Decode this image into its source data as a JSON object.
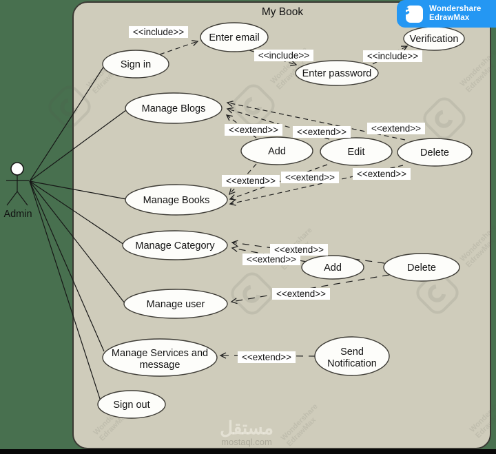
{
  "diagram": {
    "boundary_title": "My Book"
  },
  "actor": {
    "label": "Admin"
  },
  "stereotypes": {
    "include": "<<include>>",
    "extend": "<<extend>>"
  },
  "use_cases": {
    "sign_in": "Sign in",
    "enter_email": "Enter email",
    "enter_password": "Enter password",
    "verification": "Verification",
    "manage_blogs": "Manage Blogs",
    "add_blogs": "Add",
    "edit_blogs": "Edit",
    "delete_blogs": "Delete",
    "manage_books": "Manage Books",
    "manage_category": "Manage Category",
    "add_category": "Add",
    "delete_category": "Delete",
    "manage_user": "Manage user",
    "manage_services_line1": "Manage Services and",
    "manage_services_line2": "message",
    "send_notification_line1": "Send",
    "send_notification_line2": "Notification",
    "sign_out": "Sign out"
  },
  "badge": {
    "line1": "Wondershare",
    "line2": "EdrawMax",
    "icon": "edrawmax-logo-icon"
  },
  "watermark": {
    "line1": "Wondershare",
    "line2": "EdrawMax",
    "brand_arabic": "مستقل",
    "brand_site": "mostaql.com"
  },
  "colors": {
    "canvas_green": "#48704f",
    "boundary_beige": "#cfccbb",
    "badge_blue": "#2497f3",
    "bottom_bar_black": "#070707"
  }
}
